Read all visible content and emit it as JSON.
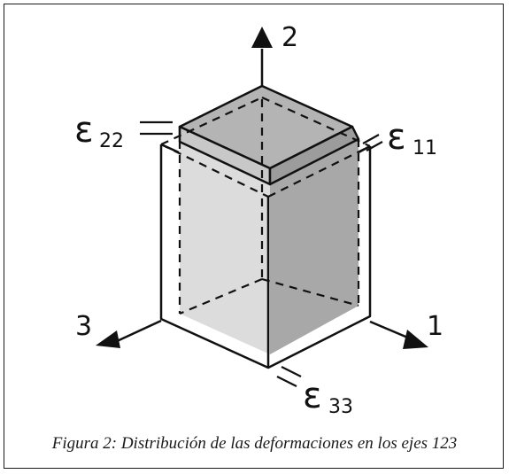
{
  "axes": {
    "axis2": "2",
    "axis1": "1",
    "axis3": "3"
  },
  "strains": {
    "e22": {
      "symbol": "ε",
      "subscript": "22"
    },
    "e11": {
      "symbol": "ε",
      "subscript": "11"
    },
    "e33": {
      "symbol": "ε",
      "subscript": "33"
    }
  },
  "caption": "Figura 2: Distribución de las deformaciones en los ejes 123",
  "colors": {
    "line": "#111111",
    "top_face": "#b4b4b4",
    "right_face": "#a8a8a8",
    "left_face": "#dcdcdc",
    "frame": "#1a1a1a"
  }
}
